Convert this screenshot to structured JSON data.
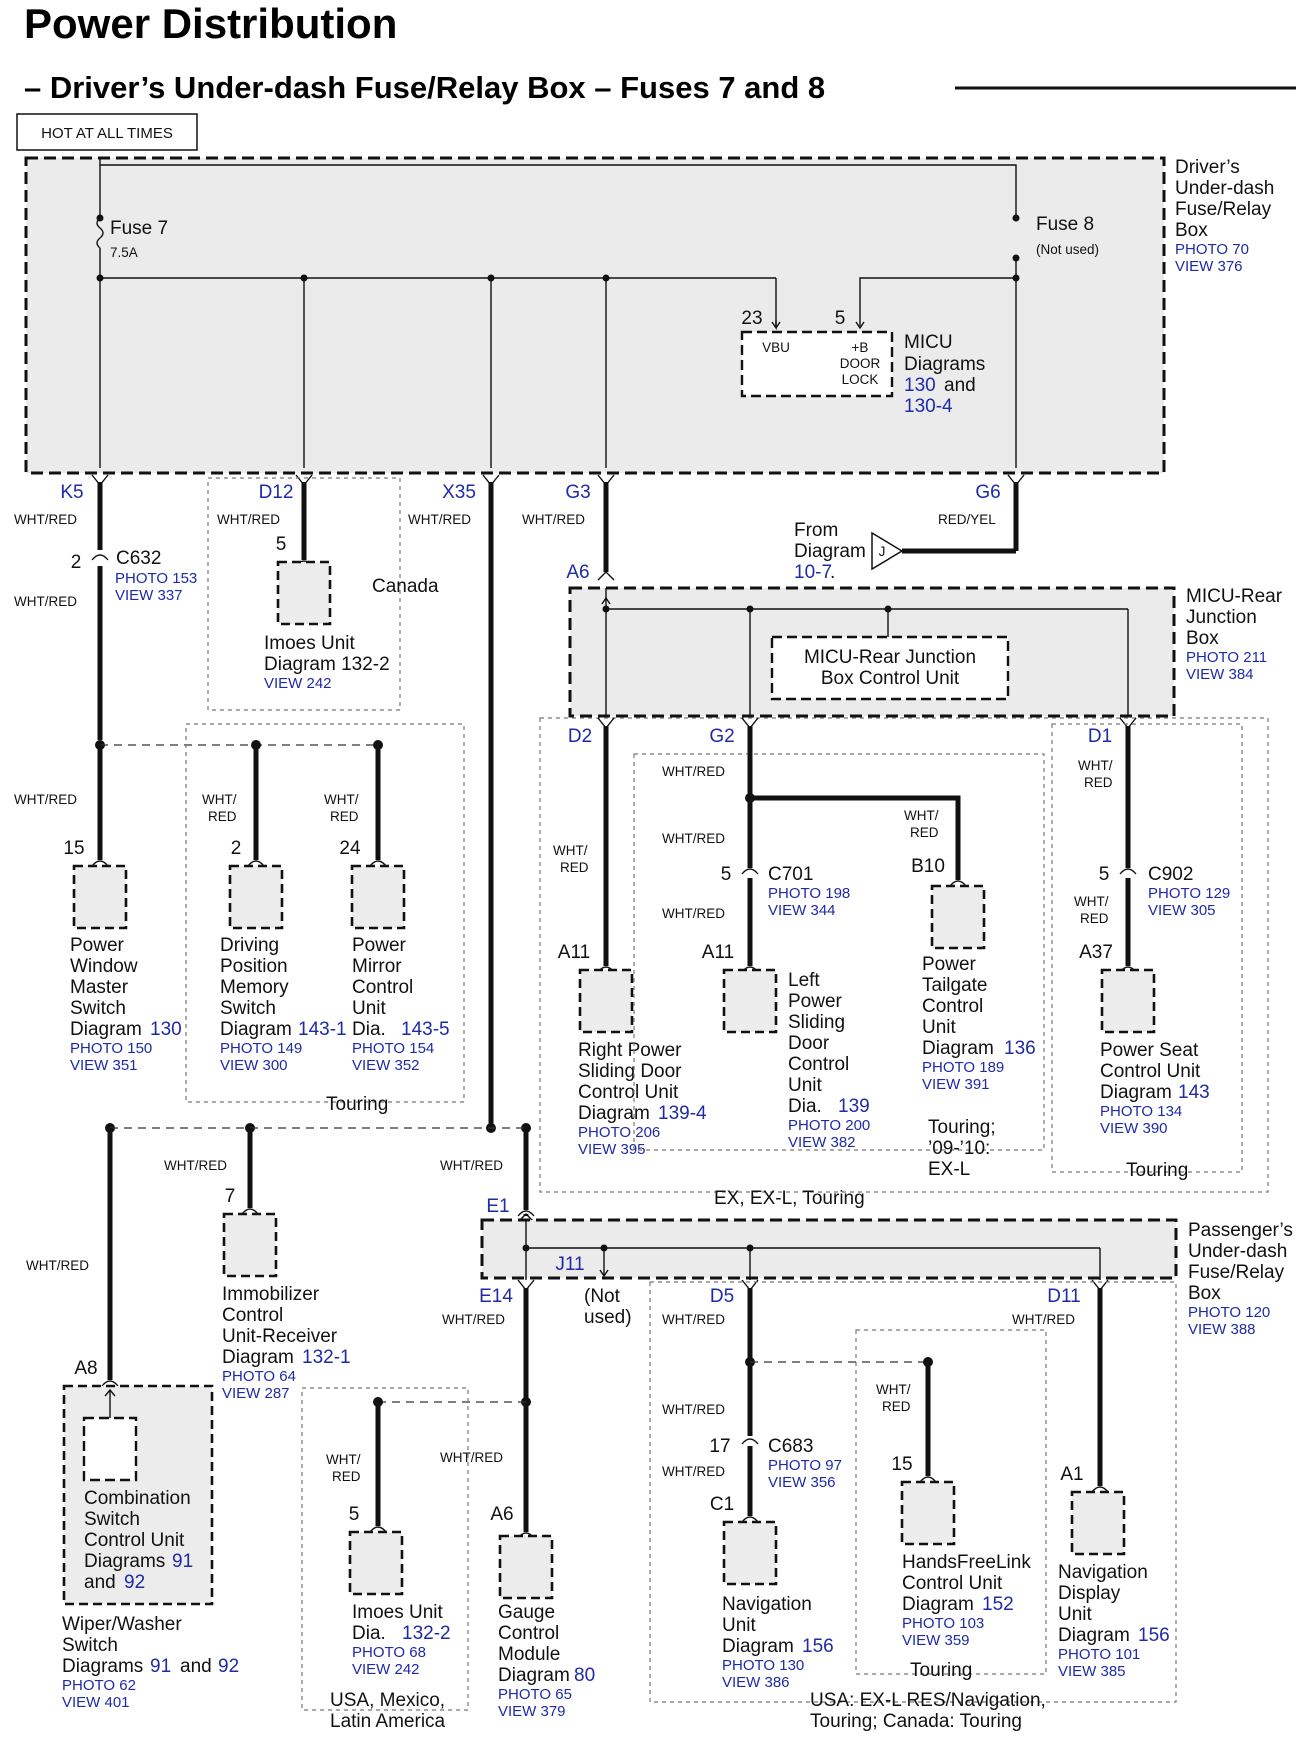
{
  "title": "Power Distribution",
  "subtitle": "– Driver’s Under-dash Fuse/Relay Box – Fuses 7 and 8",
  "hot_label": "HOT AT ALL TIMES",
  "driver_box": {
    "l1": "Driver’s",
    "l2": "Under-dash",
    "l3": "Fuse/Relay",
    "l4": "Box",
    "photo": "PHOTO 70",
    "view": "VIEW 376"
  },
  "fuse7": {
    "name": "Fuse 7",
    "rating": "7.5A"
  },
  "fuse8": {
    "name": "Fuse 8",
    "note": "(Not used)"
  },
  "micu": {
    "pin_vbu": "23",
    "pin_b": "5",
    "vbu": "VBU",
    "b1": "+B",
    "b2": "DOOR",
    "b3": "LOCK",
    "l1": "MICU",
    "l2": "Diagrams",
    "r1": "130",
    "and": "and",
    "r2": "130-4"
  },
  "terminals": {
    "k5": "K5",
    "d12": "D12",
    "x35": "X35",
    "g3": "G3",
    "g6": "G6",
    "a6": "A6",
    "d2": "D2",
    "g2": "G2",
    "d1": "D1",
    "e1": "E1",
    "e14": "E14",
    "j11": "J11",
    "d5": "D5",
    "d11": "D11"
  },
  "wire": {
    "whtred": "WHT/RED",
    "wht": "WHT/",
    "red": "RED",
    "redyel": "RED/YEL"
  },
  "from_diagram": {
    "l1": "From",
    "l2": "Diagram",
    "ref": "10-7",
    "dot": ".",
    "connector": "J"
  },
  "c632": {
    "pin": "2",
    "name": "C632",
    "photo": "PHOTO 153",
    "view": "VIEW 337"
  },
  "imoes_canada": {
    "pin": "5",
    "l1": "Imoes Unit",
    "l2": "Diagram 132-2",
    "view": "VIEW 242",
    "group": "Canada"
  },
  "micu_rear": {
    "l1": "MICU-Rear",
    "l2": "Junction",
    "l3": "Box",
    "photo": "PHOTO 211",
    "view": "VIEW 384",
    "ctl1": "MICU-Rear Junction",
    "ctl2": "Box Control Unit"
  },
  "pw_master": {
    "pin": "15",
    "l1": "Power",
    "l2": "Window",
    "l3": "Master",
    "l4": "Switch",
    "l5": "Diagram",
    "ref": "130",
    "photo": "PHOTO 150",
    "view": "VIEW 351"
  },
  "dpms": {
    "pin": "2",
    "l1": "Driving",
    "l2": "Position",
    "l3": "Memory",
    "l4": "Switch",
    "l5": "Diagram",
    "ref": "143-1",
    "photo": "PHOTO 149",
    "view": "VIEW 300"
  },
  "pmcu": {
    "pin": "24",
    "l1": "Power",
    "l2": "Mirror",
    "l3": "Control",
    "l4": "Unit",
    "l5": "Dia.",
    "ref": "143-5",
    "photo": "PHOTO 154",
    "view": "VIEW 352"
  },
  "touring1": "Touring",
  "rpsd": {
    "pin": "A11",
    "l1": "Right Power",
    "l2": "Sliding Door",
    "l3": "Control Unit",
    "l4": "Diagram",
    "ref": "139-4",
    "photo": "PHOTO 206",
    "view": "VIEW 395"
  },
  "c701": {
    "pin": "5",
    "name": "C701",
    "photo": "PHOTO 198",
    "view": "VIEW 344"
  },
  "lpsd": {
    "pin": "A11",
    "l1": "Left",
    "l2": "Power",
    "l3": "Sliding",
    "l4": "Door",
    "l5": "Control",
    "l6": "Unit",
    "l7": "Dia.",
    "ref": "139",
    "photo": "PHOTO 200",
    "view": "VIEW 382"
  },
  "ptcu": {
    "pin": "B10",
    "l1": "Power",
    "l2": "Tailgate",
    "l3": "Control",
    "l4": "Unit",
    "l5": "Diagram",
    "ref": "136",
    "photo": "PHOTO 189",
    "view": "VIEW 391",
    "g1": "Touring;",
    "g2": "’09-’10:",
    "g3": "EX-L"
  },
  "c902": {
    "pin": "5",
    "name": "C902",
    "photo": "PHOTO 129",
    "view": "VIEW 305",
    "pin2": "A37"
  },
  "pscu": {
    "l1": "Power Seat",
    "l2": "Control Unit",
    "l3": "Diagram",
    "ref": "143",
    "photo": "PHOTO 134",
    "view": "VIEW 390"
  },
  "touring2": "Touring",
  "ex_group": "EX, EX-L, Touring",
  "immob": {
    "pin": "7",
    "l1": "Immobilizer",
    "l2": "Control",
    "l3": "Unit-Receiver",
    "l4": "Diagram",
    "ref": "132-1",
    "photo": "PHOTO 64",
    "view": "VIEW 287"
  },
  "pass_box": {
    "l1": "Passenger’s",
    "l2": "Under-dash",
    "l3": "Fuse/Relay",
    "l4": "Box",
    "photo": "PHOTO 120",
    "view": "VIEW 388",
    "notused1": "(Not",
    "notused2": "used)"
  },
  "combo": {
    "pin": "A8",
    "l1": "Combination",
    "l2": "Switch",
    "l3": "Control Unit",
    "l4": "Diagrams",
    "r1": "91",
    "l5": "and",
    "r2": "92"
  },
  "wiper": {
    "l1": "Wiper/Washer",
    "l2": "Switch",
    "l3": "Diagrams",
    "r1": "91",
    "and": "and",
    "r2": "92",
    "photo": "PHOTO 62",
    "view": "VIEW 401"
  },
  "imoes_usa": {
    "pin": "5",
    "l1": "Imoes Unit",
    "l2": "Dia.",
    "ref": "132-2",
    "photo": "PHOTO 68",
    "view": "VIEW 242",
    "g1": "USA, Mexico,",
    "g2": "Latin America"
  },
  "gauge": {
    "pin": "A6",
    "l1": "Gauge",
    "l2": "Control",
    "l3": "Module",
    "l4": "Diagram",
    "ref": "80",
    "photo": "PHOTO 65",
    "view": "VIEW 379"
  },
  "c683": {
    "pin": "17",
    "name": "C683",
    "photo": "PHOTO 97",
    "view": "VIEW 356",
    "pin2": "C1"
  },
  "nav_unit": {
    "l1": "Navigation",
    "l2": "Unit",
    "l3": "Diagram",
    "ref": "156",
    "photo": "PHOTO 130",
    "view": "VIEW 386"
  },
  "hfl": {
    "pin": "15",
    "l1": "HandsFreeLink",
    "l2": "Control Unit",
    "l3": "Diagram",
    "ref": "152",
    "photo": "PHOTO 103",
    "view": "VIEW 359",
    "group": "Touring"
  },
  "nav_disp": {
    "pin": "A1",
    "l1": "Navigation",
    "l2": "Display",
    "l3": "Unit",
    "l4": "Diagram",
    "ref": "156",
    "photo": "PHOTO 101",
    "view": "VIEW 385"
  },
  "usa_group": {
    "l1": "USA: EX-L RES/Navigation,",
    "l2": "Touring; Canada: Touring"
  }
}
